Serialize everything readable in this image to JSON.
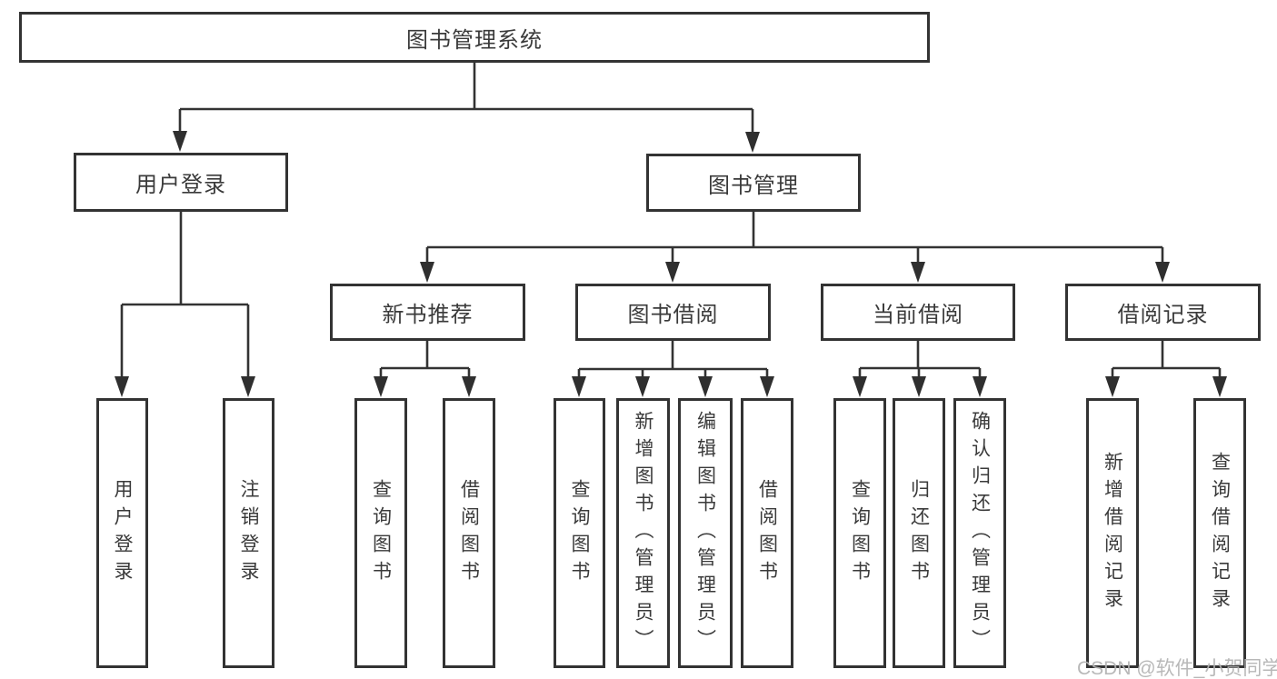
{
  "root": {
    "label": "图书管理系统"
  },
  "level1": [
    {
      "label": "用户登录"
    },
    {
      "label": "图书管理"
    }
  ],
  "level2": [
    {
      "parent": "图书管理",
      "label": "新书推荐"
    },
    {
      "parent": "图书管理",
      "label": "图书借阅"
    },
    {
      "parent": "图书管理",
      "label": "当前借阅"
    },
    {
      "parent": "图书管理",
      "label": "借阅记录"
    }
  ],
  "leaves": [
    {
      "parent": "用户登录",
      "label": "用户登录"
    },
    {
      "parent": "用户登录",
      "label": "注销登录"
    },
    {
      "parent": "新书推荐",
      "label": "查询图书"
    },
    {
      "parent": "新书推荐",
      "label": "借阅图书"
    },
    {
      "parent": "图书借阅",
      "label": "查询图书"
    },
    {
      "parent": "图书借阅",
      "label": "新增图书（管理员）"
    },
    {
      "parent": "图书借阅",
      "label": "编辑图书（管理员）"
    },
    {
      "parent": "图书借阅",
      "label": "借阅图书"
    },
    {
      "parent": "当前借阅",
      "label": "查询图书"
    },
    {
      "parent": "当前借阅",
      "label": "归还图书"
    },
    {
      "parent": "当前借阅",
      "label": "确认归还（管理员）"
    },
    {
      "parent": "借阅记录",
      "label": "新增借阅记录"
    },
    {
      "parent": "借阅记录",
      "label": "查询借阅记录"
    }
  ],
  "watermark": "CSDN @软件_小贺同学",
  "colors": {
    "background": "#ffffff",
    "border": "#333333",
    "line": "#333333",
    "text": "#3a3a3a",
    "watermark": "#b2b2b2"
  }
}
